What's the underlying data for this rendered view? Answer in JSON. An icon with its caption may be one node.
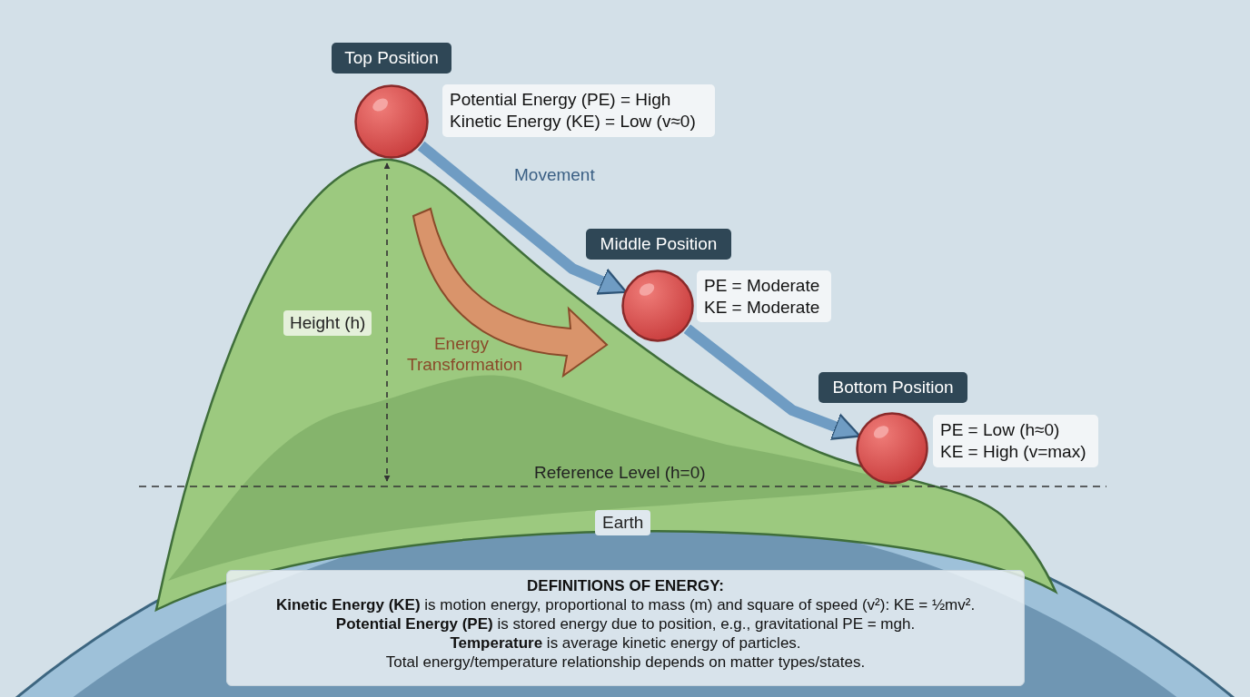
{
  "diagram": {
    "nodes": [
      {
        "text": [
          "Top Position"
        ]
      },
      {
        "text": [
          "Potential Energy (PE) = High",
          "Kinetic Energy (KE) = Low (v≈0)"
        ]
      },
      {
        "text": [],
        "shape": "circle"
      },
      {
        "text": [
          "Middle Position"
        ]
      },
      {
        "text": [
          "PE = Moderate",
          "KE = Moderate"
        ]
      },
      {
        "text": [],
        "shape": "circle"
      },
      {
        "text": [
          "Bottom Position"
        ]
      },
      {
        "text": [
          "PE = Low (h≈0)",
          "KE = High (v=max)"
        ]
      },
      {
        "text": [],
        "shape": "circle"
      },
      {
        "text": [
          "DEFINITIONS OF ENERGY:",
          "**Kinetic Energy (KE)** is motion energy, proportional to mass (m) and square of speed (v²): KE = ½mv².",
          "**Potential Energy (PE)** is stored energy due to position, e.g., gravitational PE = mgh.",
          "**Temperature** is average kinetic energy of particles.",
          "Total energy/temperature relationship depends on matter types/states."
        ]
      }
    ],
    "edges": [
      {
        "from": 2,
        "to": 5,
        "arrow": "to",
        "label": "Movement"
      },
      {
        "from": 5,
        "to": 8,
        "arrow": "to"
      }
    ],
    "labels": [
      "Height (h)",
      "Energy Transformation",
      "Reference Level (h=0)",
      "Earth"
    ]
  }
}
